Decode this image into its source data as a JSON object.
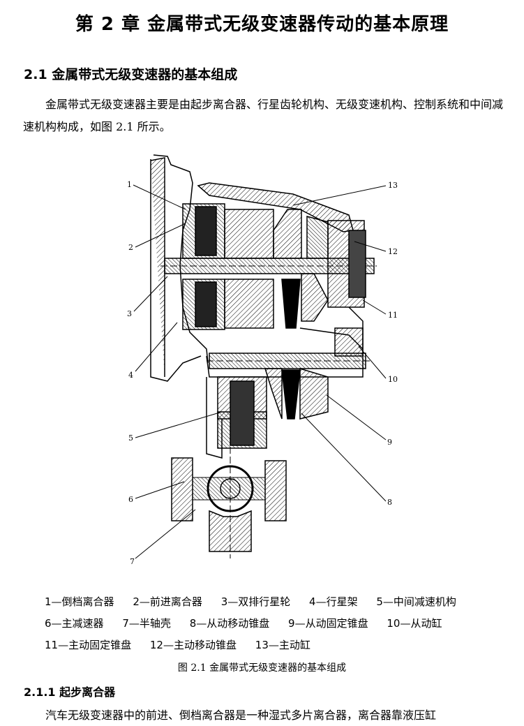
{
  "chapter_title": "第 2 章 金属带式无级变速器传动的基本原理",
  "section_title": "2.1 金属带式无级变速器的基本组成",
  "paragraph": "金属带式无级变速器主要是由起步离合器、行星齿轮机构、无级变速机构、控制系统和中间减速机构构成，如图 2.1 所示。",
  "figure_labels": [
    "1",
    "2",
    "3",
    "4",
    "5",
    "6",
    "7",
    "8",
    "9",
    "10",
    "11",
    "12",
    "13"
  ],
  "legend": [
    {
      "num": "1",
      "text": "—倒档离合器"
    },
    {
      "num": "2",
      "text": "—前进离合器"
    },
    {
      "num": "3",
      "text": "—双排行星轮"
    },
    {
      "num": "4",
      "text": "—行星架"
    },
    {
      "num": "5",
      "text": "—中间减速机构"
    },
    {
      "num": "6",
      "text": "—主减速器"
    },
    {
      "num": "7",
      "text": "—半轴壳"
    },
    {
      "num": "8",
      "text": "—从动移动锥盘"
    },
    {
      "num": "9",
      "text": "—从动固定锥盘"
    },
    {
      "num": "10",
      "text": "—从动缸"
    },
    {
      "num": "11",
      "text": "—主动固定锥盘"
    },
    {
      "num": "12",
      "text": "—主动移动锥盘"
    },
    {
      "num": "13",
      "text": "—主动缸"
    }
  ],
  "caption": "图 2.1 金属带式无级变速器的基本组成",
  "subsection_title": "2.1.1 起步离合器",
  "next_paragraph": "汽车无级变速器中的前进、倒档离合器是一种湿式多片离合器，离合器靠液压缸"
}
